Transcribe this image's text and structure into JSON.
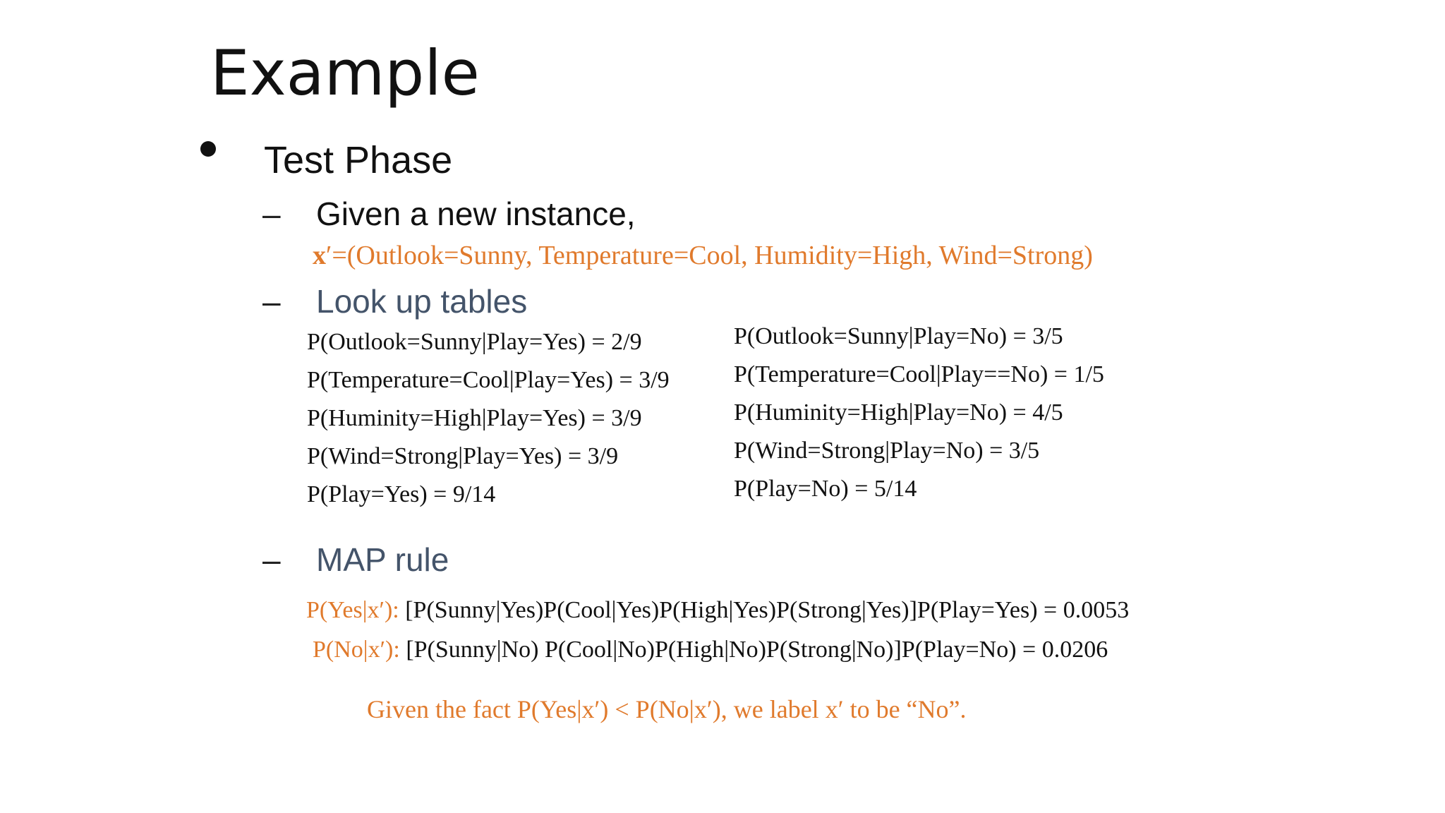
{
  "slide": {
    "title": "Example",
    "bullet": "Test Phase",
    "given_label": "Given a new instance,",
    "instance_prefix": "x",
    "instance_body": "′=(Outlook=Sunny, Temperature=Cool, Humidity=High, Wind=Strong)",
    "lookup_label": "Look up tables",
    "yes_table": [
      "P(Outlook=Sunny|Play=Yes) = 2/9",
      "P(Temperature=Cool|Play=Yes) = 3/9",
      "P(Huminity=High|Play=Yes) = 3/9",
      "P(Wind=Strong|Play=Yes) = 3/9",
      "P(Play=Yes) = 9/14"
    ],
    "no_table": [
      "P(Outlook=Sunny|Play=No) = 3/5",
      "P(Temperature=Cool|Play==No) = 1/5",
      "P(Huminity=High|Play=No) = 4/5",
      "P(Wind=Strong|Play=No) = 3/5",
      "P(Play=No) = 5/14"
    ],
    "map_label": "MAP rule",
    "map_yes_label": "P(Yes|x′):",
    "map_yes_expr": "[P(Sunny|Yes)P(Cool|Yes)P(High|Yes)P(Strong|Yes)]P(Play=Yes) = 0.0053",
    "map_no_label": "P(No|x′):",
    "map_no_expr": "[P(Sunny|No) P(Cool|No)P(High|No)P(Strong|No)]P(Play=No) = 0.0206",
    "conclusion": "Given the fact P(Yes|x′) < P(No|x′), we label x′ to be “No”.",
    "colors": {
      "accent": "#e07a2c",
      "subheading": "#44546a",
      "text": "#111111"
    }
  }
}
